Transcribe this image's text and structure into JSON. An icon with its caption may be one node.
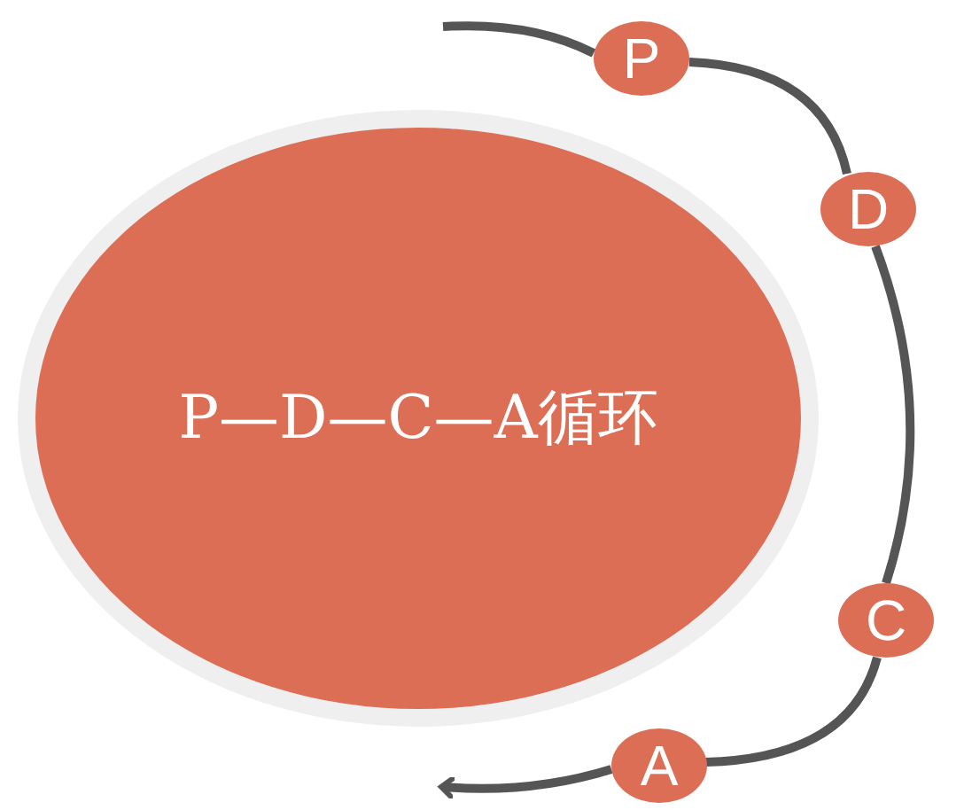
{
  "diagram": {
    "nodes": [
      {
        "text": [
          "P—D—C—A循环"
        ]
      },
      {
        "text": [
          "P"
        ]
      },
      {
        "text": [
          "D"
        ]
      },
      {
        "text": [
          "C"
        ]
      },
      {
        "text": [
          "A"
        ]
      }
    ],
    "edges": [
      {
        "from": null,
        "to": 1,
        "arrow": "none"
      },
      {
        "from": 1,
        "to": 2,
        "arrow": "none"
      },
      {
        "from": 2,
        "to": 3,
        "arrow": "none"
      },
      {
        "from": 3,
        "to": 4,
        "arrow": "none"
      },
      {
        "from": 4,
        "to": 0,
        "arrow": "to"
      }
    ]
  }
}
